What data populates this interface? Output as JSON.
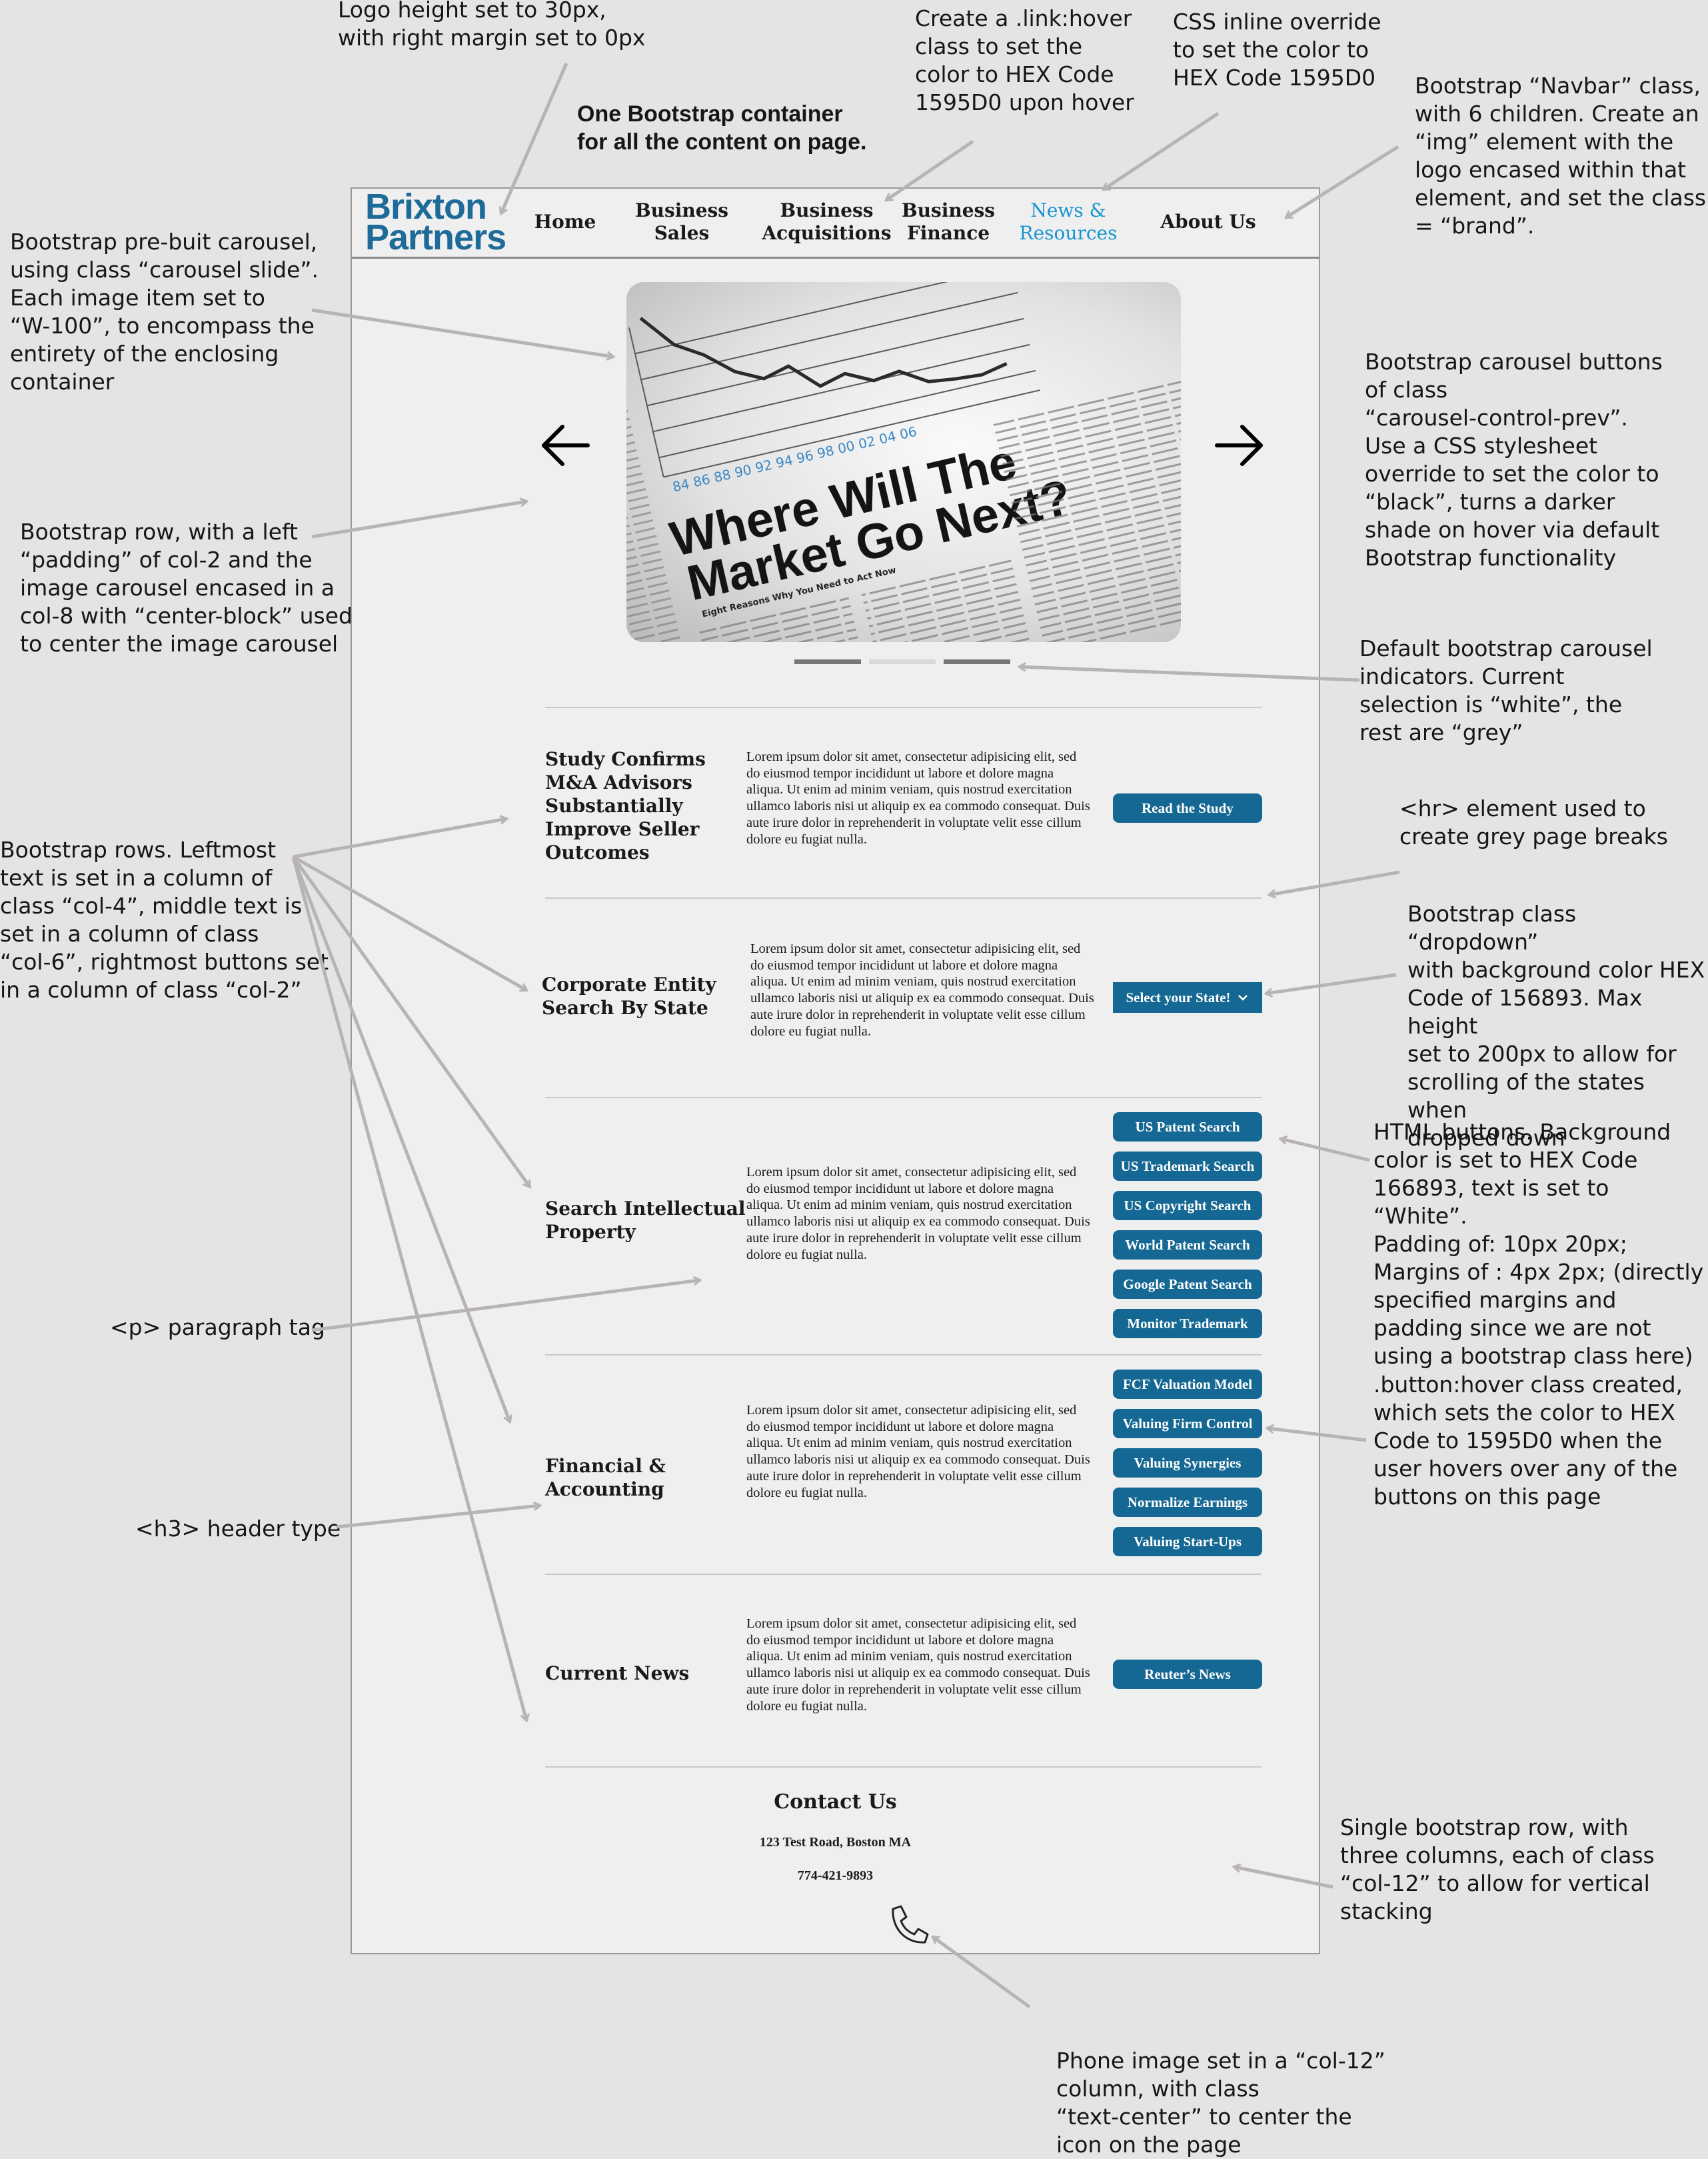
{
  "annotations": {
    "logo": "Logo height set to 30px,\nwith right margin set to 0px",
    "container": "One Bootstrap container\nfor all the content on page.",
    "link_hover": "Create a .link:hover\nclass to set the\ncolor to HEX Code\n1595D0 upon hover",
    "inline_override": "CSS inline override\nto set the color to\nHEX Code 1595D0",
    "navbar": "Bootstrap “Navbar” class,\nwith 6 children. Create an\n“img” element with the\nlogo encased within that\nelement, and set the class\n= “brand”.",
    "carousel": "Bootstrap pre-buit carousel,\nusing class “carousel slide”.\nEach image item set to\n“W-100”, to encompass the\nentirety of the enclosing\ncontainer",
    "carousel_buttons": "Bootstrap carousel buttons\nof class\n“carousel-control-prev”.\nUse a CSS stylesheet\noverride to set the color to\n“black”, turns a darker\nshade on hover via default\nBootstrap functionality",
    "row_padding": "Bootstrap row, with a left\n“padding” of col-2 and the\nimage carousel encased in a\ncol-8 with “center-block” used\nto center the image carousel",
    "indicators": "Default bootstrap carousel\nindicators. Current\nselection is “white”, the\nrest are “grey”",
    "hr": "<hr> element used to\ncreate grey page breaks",
    "rows": "Bootstrap rows. Leftmost\ntext is set in a column of\nclass “col-4”, middle text is\nset in a column of class\n“col-6”, rightmost buttons set\nin a column of class “col-2”",
    "dropdown": "Bootstrap class “dropdown”\nwith background color HEX\nCode of 156893. Max height\nset to 200px to allow for\nscrolling of the states when\ndropped down",
    "html_buttons": "HTML buttons. Background\ncolor is set to HEX Code\n166893, text is set to “White”.\nPadding of: 10px 20px;\nMargins of : 4px 2px; (directly\nspecified margins and\npadding since we are not\nusing a bootstrap class here)",
    "paragraph": "<p> paragraph tag",
    "button_hover": ".button:hover class created,\nwhich sets the color to HEX\nCode to 1595D0 when the\nuser hovers over any of the\nbuttons on this page",
    "h3": "<h3> header type",
    "footer_row": "Single bootstrap row, with\nthree columns, each of class\n“col-12” to allow for vertical\nstacking",
    "phone": "Phone image set in a “col-12”\ncolumn, with class\n“text-center” to center the\nicon on the page"
  },
  "logo": {
    "line1": "Brixton",
    "line2": "Partners"
  },
  "nav": [
    {
      "label": "Home"
    },
    {
      "label": "Business Sales"
    },
    {
      "label": "Business\nAcquisitions"
    },
    {
      "label": "Business\nFinance"
    },
    {
      "label": "News &\nResources"
    },
    {
      "label": "About Us"
    }
  ],
  "carousel": {
    "headline": "Where Will The\nMarket Go Next?",
    "axis_numbers": "84 86 88 90 92 94 96 98 00 02 04 06",
    "subhead": "Eight Reasons Why You Need to Act Now"
  },
  "lorem": "Lorem ipsum dolor sit amet, consectetur adipisicing elit, sed do eiusmod tempor incididunt ut labore et dolore magna aliqua. Ut enim ad minim veniam, quis nostrud exercitation ullamco laboris nisi ut aliquip ex ea commodo consequat. Duis aute irure dolor in reprehenderit in voluptate velit esse cillum dolore eu fugiat nulla.",
  "sections": {
    "study": {
      "title": "Study Confirms\nM&A Advisors\nSubstantially\nImprove Seller\nOutcomes",
      "button": "Read the Study"
    },
    "corporate": {
      "title": "Corporate Entity\nSearch By State",
      "dropdown": "Select your State!"
    },
    "ip": {
      "title": "Search Intellectual\nProperty",
      "buttons": [
        "US Patent Search",
        "US Trademark Search",
        "US Copyright Search",
        "World Patent Search",
        "Google Patent Search",
        "Monitor Trademark"
      ]
    },
    "financial": {
      "title": "Financial &\nAccounting",
      "buttons": [
        "FCF Valuation Model",
        "Valuing Firm Control",
        "Valuing Synergies",
        "Normalize Earnings",
        "Valuing Start-Ups"
      ]
    },
    "news": {
      "title": "Current News",
      "button": "Reuter’s News"
    }
  },
  "contact": {
    "title": "Contact Us",
    "address": "123 Test Road, Boston MA",
    "phone": "774-421-9893"
  },
  "colors": {
    "accent": "#1595D0",
    "button": "#156893",
    "text": "#1a1a1a",
    "hr": "#c9c9c9"
  },
  "icons": {
    "phone": "phone-icon",
    "prev": "arrow-left-icon",
    "next": "arrow-right-icon",
    "dropdown": "chevron-down-icon"
  }
}
